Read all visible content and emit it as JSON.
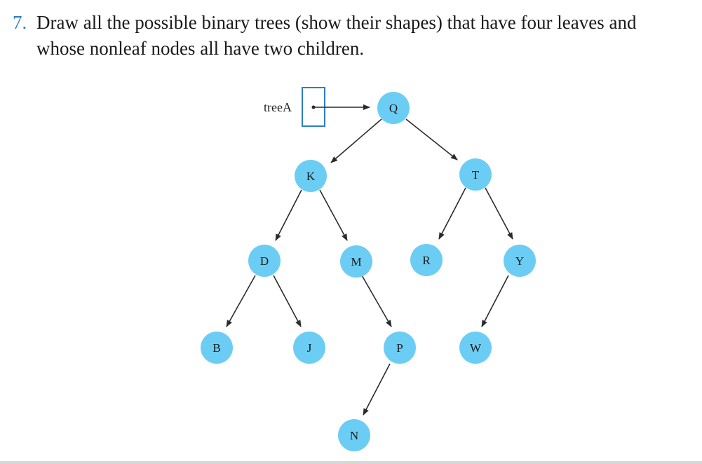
{
  "question": {
    "number": "7.",
    "line1": "Draw all the possible binary trees (show their shapes) that have four leaves and",
    "line2": "whose nonleaf nodes all have two children."
  },
  "figure": {
    "pointer_label": "treeA",
    "node_color": "#6ccdf4",
    "edge_color": "#2b2b2b",
    "box_color": "#2b7ec0",
    "nodes": {
      "q": "Q",
      "k": "K",
      "t": "T",
      "d": "D",
      "m": "M",
      "r": "R",
      "y": "Y",
      "b": "B",
      "j": "J",
      "p": "P",
      "w": "W",
      "n": "N"
    }
  }
}
